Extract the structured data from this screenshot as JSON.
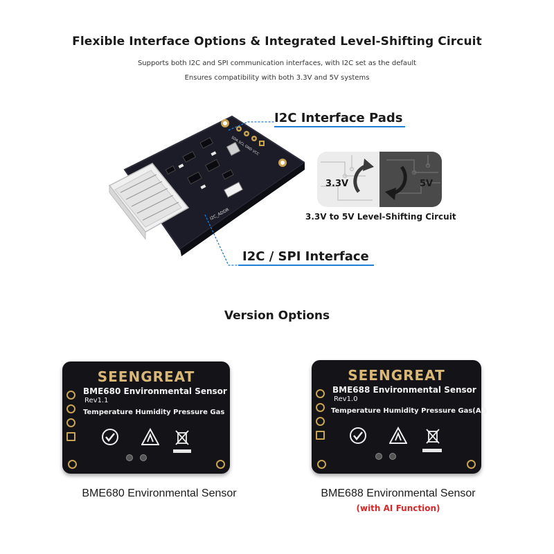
{
  "header": {
    "title": "Flexible Interface Options & Integrated Level-Shifting Circuit",
    "line1": "Supports both I2C and SPI communication interfaces, with I2C set as the default",
    "line2": "Ensures compatibility with both 3.3V and 5V systems"
  },
  "callouts": {
    "pads": "I2C Interface Pads",
    "spi": "I2C / SPI Interface",
    "level_shift": "3.3V to 5V Level-Shifting Circuit",
    "left_voltage": "3.3V",
    "right_voltage": "5V"
  },
  "board_silk": {
    "pads": "SDA SCL GND VCC",
    "addr": "I2C_ADDR"
  },
  "versions": {
    "title": "Version Options",
    "items": [
      {
        "brand": "SEENGREAT",
        "sensor": "BME680 Environmental Sensor",
        "rev": "Rev1.1",
        "features": "Temperature  Humidity  Pressure  Gas",
        "label": "BME680 Environmental Sensor"
      },
      {
        "brand": "SEENGREAT",
        "sensor": "BME688 Environmental Sensor",
        "rev": "Rev1.0",
        "features": "Temperature  Humidity  Pressure  Gas(AI)",
        "label": "BME688 Environmental Sensor",
        "note": "(with AI Function)"
      }
    ]
  },
  "colors": {
    "accent_blue": "#1f7fd6",
    "board": "#141418",
    "brand_gold": "#d9b877",
    "note_red": "#d42a2a"
  },
  "icons": [
    "rohs-icon",
    "esd-warning-icon",
    "weee-bin-icon",
    "curved-arrow-icon"
  ]
}
